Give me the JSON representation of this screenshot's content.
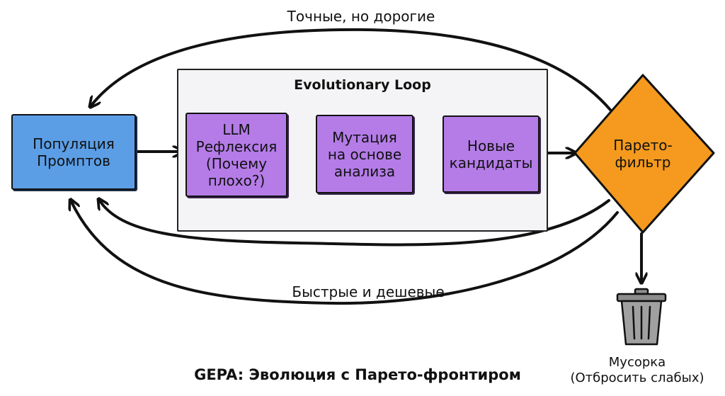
{
  "diagram": {
    "top_edge_label": "Точные, но дорогие",
    "bottom_edge_label": "Быстрые и дешевые",
    "population": {
      "label": "Популяция\nПромптов"
    },
    "loop": {
      "title": "Evolutionary Loop",
      "steps": [
        {
          "label": "LLM\nРефлексия\n(Почему\nплохо?)"
        },
        {
          "label": "Мутация\nна основе\nанализа"
        },
        {
          "label": "Новые\nкандидаты"
        }
      ]
    },
    "pareto": {
      "label": "Парето-\nфильтр"
    },
    "trash": {
      "label": "Мусорка\n(Отбросить слабых)",
      "icon": "trash-can-icon"
    },
    "caption": "GEPA: Эволюция с Парето-фронтиром",
    "colors": {
      "population": "#5b9ee6",
      "steps": "#b57ce8",
      "pareto": "#f59a1e",
      "loop_background": "#f4f4f6",
      "trash": "#9a9a9a"
    }
  }
}
